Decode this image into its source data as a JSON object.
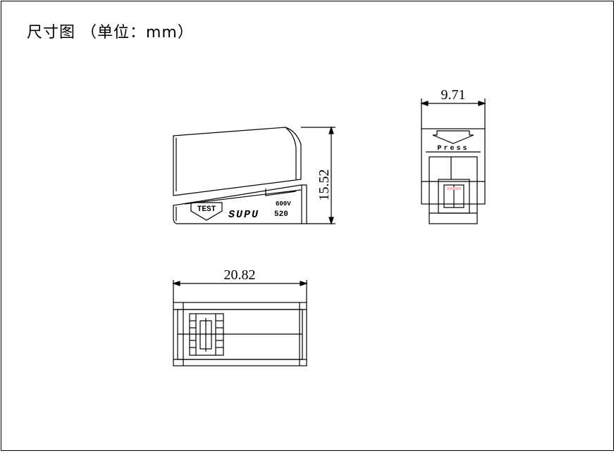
{
  "title": "尺寸图 （单位：mm）",
  "dimensions": {
    "width_side": "15.52",
    "width_front": "9.71",
    "length_top": "20.82"
  },
  "markings": {
    "test": "TEST",
    "brand": "SUPU",
    "voltage": "600V",
    "model": "520",
    "press": "Press"
  },
  "colors": {
    "line": "#000000",
    "background": "#ffffff",
    "button_hint": "#f4c6cc"
  }
}
